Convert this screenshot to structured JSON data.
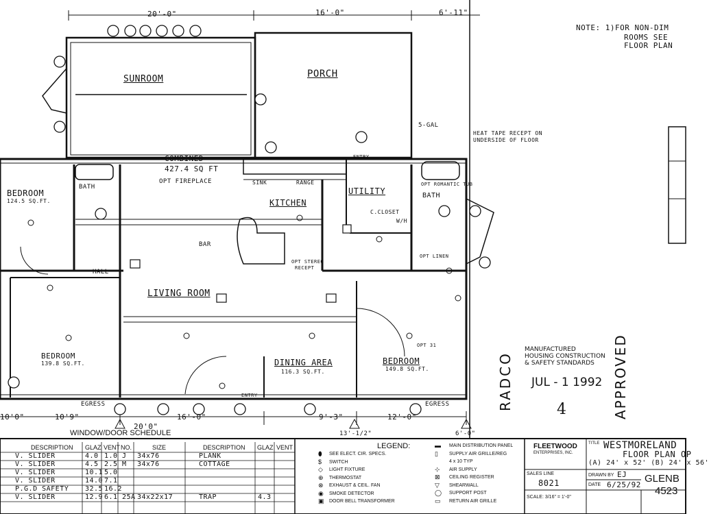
{
  "note": {
    "line1": "NOTE: 1)FOR NON-DIM",
    "line2": "ROOMS SEE",
    "line3": "FLOOR PLAN"
  },
  "dims_top": [
    "20'-0\"",
    "16'-0\"",
    "6'-11\""
  ],
  "dims_bottom": [
    "10'0\"",
    "10'9\"",
    "20'0\"",
    "16'-0\"",
    "9'-3\"",
    "12'-0\"",
    "13'-1/2\"",
    "6'-0\""
  ],
  "rooms": {
    "sunroom": "SUNROOM",
    "porch": "PORCH",
    "bedroom_left": "BEDROOM",
    "bedroom_left_area": "124.5 SQ.FT.",
    "combined": "COMBINED",
    "combined_area": "427.4 SQ FT",
    "opt_fireplace": "OPT FIREPLACE",
    "bath_left": "BATH",
    "kitchen": "KITCHEN",
    "utility": "UTILITY",
    "bath_right": "BATH",
    "hall": "HALL",
    "bar": "BAR",
    "living_room": "LIVING ROOM",
    "dining_area": "DINING AREA",
    "dining_area_sqft": "116.3 SQ.FT.",
    "bedroom_mid": "BEDROOM",
    "bedroom_mid_area": "139.8 SQ.FT.",
    "bedroom_right": "BEDROOM",
    "bedroom_right_area": "149.8 SQ.FT.",
    "sink": "SINK",
    "rangetop": "RANGE",
    "entry_top": "ENTRY",
    "entry_bottom": "ENTRY",
    "egress_left": "EGRESS",
    "egress_right": "EGRESS",
    "opt_romantic_tub": "OPT ROMANTIC TUB",
    "heat_tape": "HEAT TAPE RECEPT ON",
    "heat_tape2": "UNDERSIDE OF FLOOR",
    "s_gal": "5-GAL",
    "opt_stereo": "OPT STEREO",
    "recept": "RECEPT",
    "c_closet": "C.CLOSET",
    "wh": "W/H",
    "opt_linen": "OPT LINEN",
    "opt_31": "OPT 31"
  },
  "stamp": {
    "radco": "RADCO",
    "housing1": "MANUFACTURED",
    "housing2": "HOUSING CONSTRUCTION",
    "housing3": "& SAFETY STANDARDS",
    "date": "JUL - 1 1992",
    "number": "4",
    "approved": "APPROVED"
  },
  "window_schedule": {
    "title": "WINDOW/DOOR SCHEDULE",
    "headers": [
      "DESCRIPTION",
      "GLAZ",
      "VENT",
      "NO.",
      "SIZE",
      "DESCRIPTION",
      "GLAZ",
      "VENT"
    ],
    "rows": [
      [
        "V. SLIDER",
        "4.0",
        "1.0",
        "J",
        "34x76",
        "PLANK",
        "",
        ""
      ],
      [
        "V. SLIDER",
        "4.5",
        "2.5",
        "M",
        "34x76",
        "COTTAGE",
        "",
        ""
      ],
      [
        "V. SLIDER",
        "10.1",
        "5.0",
        "",
        "",
        "",
        "",
        ""
      ],
      [
        "V. SLIDER",
        "14.0",
        "7.1",
        "",
        "",
        "",
        "",
        ""
      ],
      [
        "P.G.D SAFETY",
        "32.5",
        "16.2",
        "",
        "",
        "",
        "",
        ""
      ],
      [
        "V. SLIDER",
        "12.9",
        "6.1",
        "25A",
        "34x22x17",
        "TRAP",
        "4.3",
        ""
      ]
    ]
  },
  "legend": {
    "title": "LEGEND:",
    "left": [
      "SEE ELECT. CIR. SPECS.",
      "SWITCH",
      "LIGHT FIXTURE",
      "THERMOSTAT",
      "EXHAUST & CEIL. FAN",
      "SMOKE DETECTOR",
      "DOOR BELL TRANSFORMER"
    ],
    "right": [
      "MAIN DISTRIBUTION PANEL",
      "SUPPLY AIR GRILLE/REG",
      "4 x 10 TYP",
      "AIR SUPPLY",
      "CEILING REGISTER",
      "SHEARWALL",
      "SUPPORT POST",
      "RETURN AIR GRILLE"
    ]
  },
  "title_block": {
    "company": "FLEETWOOD",
    "company_sub": "ENTERPRISES, INC.",
    "sales_line_label": "SALES LINE",
    "sales_line": "8021",
    "scale": "SCALE: 3/16\" = 1'-0\"",
    "title_label": "TITLE",
    "title": "WESTMORELAND",
    "subtitle": "FLOOR PLAN OP",
    "sizes": "(A) 24' x 52' (B) 24' x 56'",
    "drawn_label": "DRAWN BY",
    "drawn": "EJ",
    "date_label": "DATE",
    "date": "6/25/92",
    "model1": "GLENB",
    "model2": "4523"
  }
}
